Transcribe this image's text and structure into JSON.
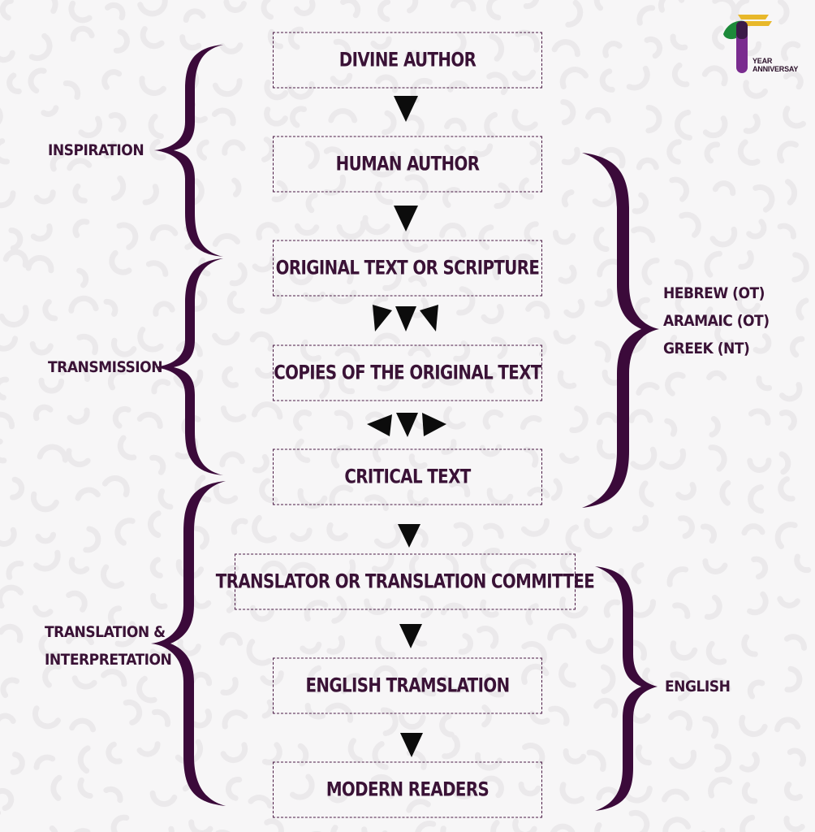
{
  "flow_boxes": [
    "DIVINE AUTHOR",
    "HUMAN AUTHOR",
    "ORIGINAL TEXT OR SCRIPTURE",
    "COPIES OF THE ORIGINAL TEXT",
    "CRITICAL TEXT",
    "TRANSLATOR OR TRANSLATION COMMITTEE",
    "ENGLISH TRAMSLATION",
    "MODERN READERS"
  ],
  "left_labels": {
    "inspiration": "INSPIRATION",
    "transmission": "TRANSMISSION",
    "translation_line1": "TRANSLATION &",
    "translation_line2": "INTERPRETATION"
  },
  "right_labels": {
    "languages": [
      "HEBREW (OT)",
      "ARAMAIC (OT)",
      "GREEK (NT)"
    ],
    "english": "ENGLISH"
  },
  "logo": {
    "line1": "YEAR",
    "line2": "ANNIVERSAY"
  },
  "colors": {
    "accent_purple": "#3a1236",
    "logo_green": "#1d8a3a",
    "logo_violet": "#7a2c8f",
    "logo_gold": "#e8b82a"
  }
}
